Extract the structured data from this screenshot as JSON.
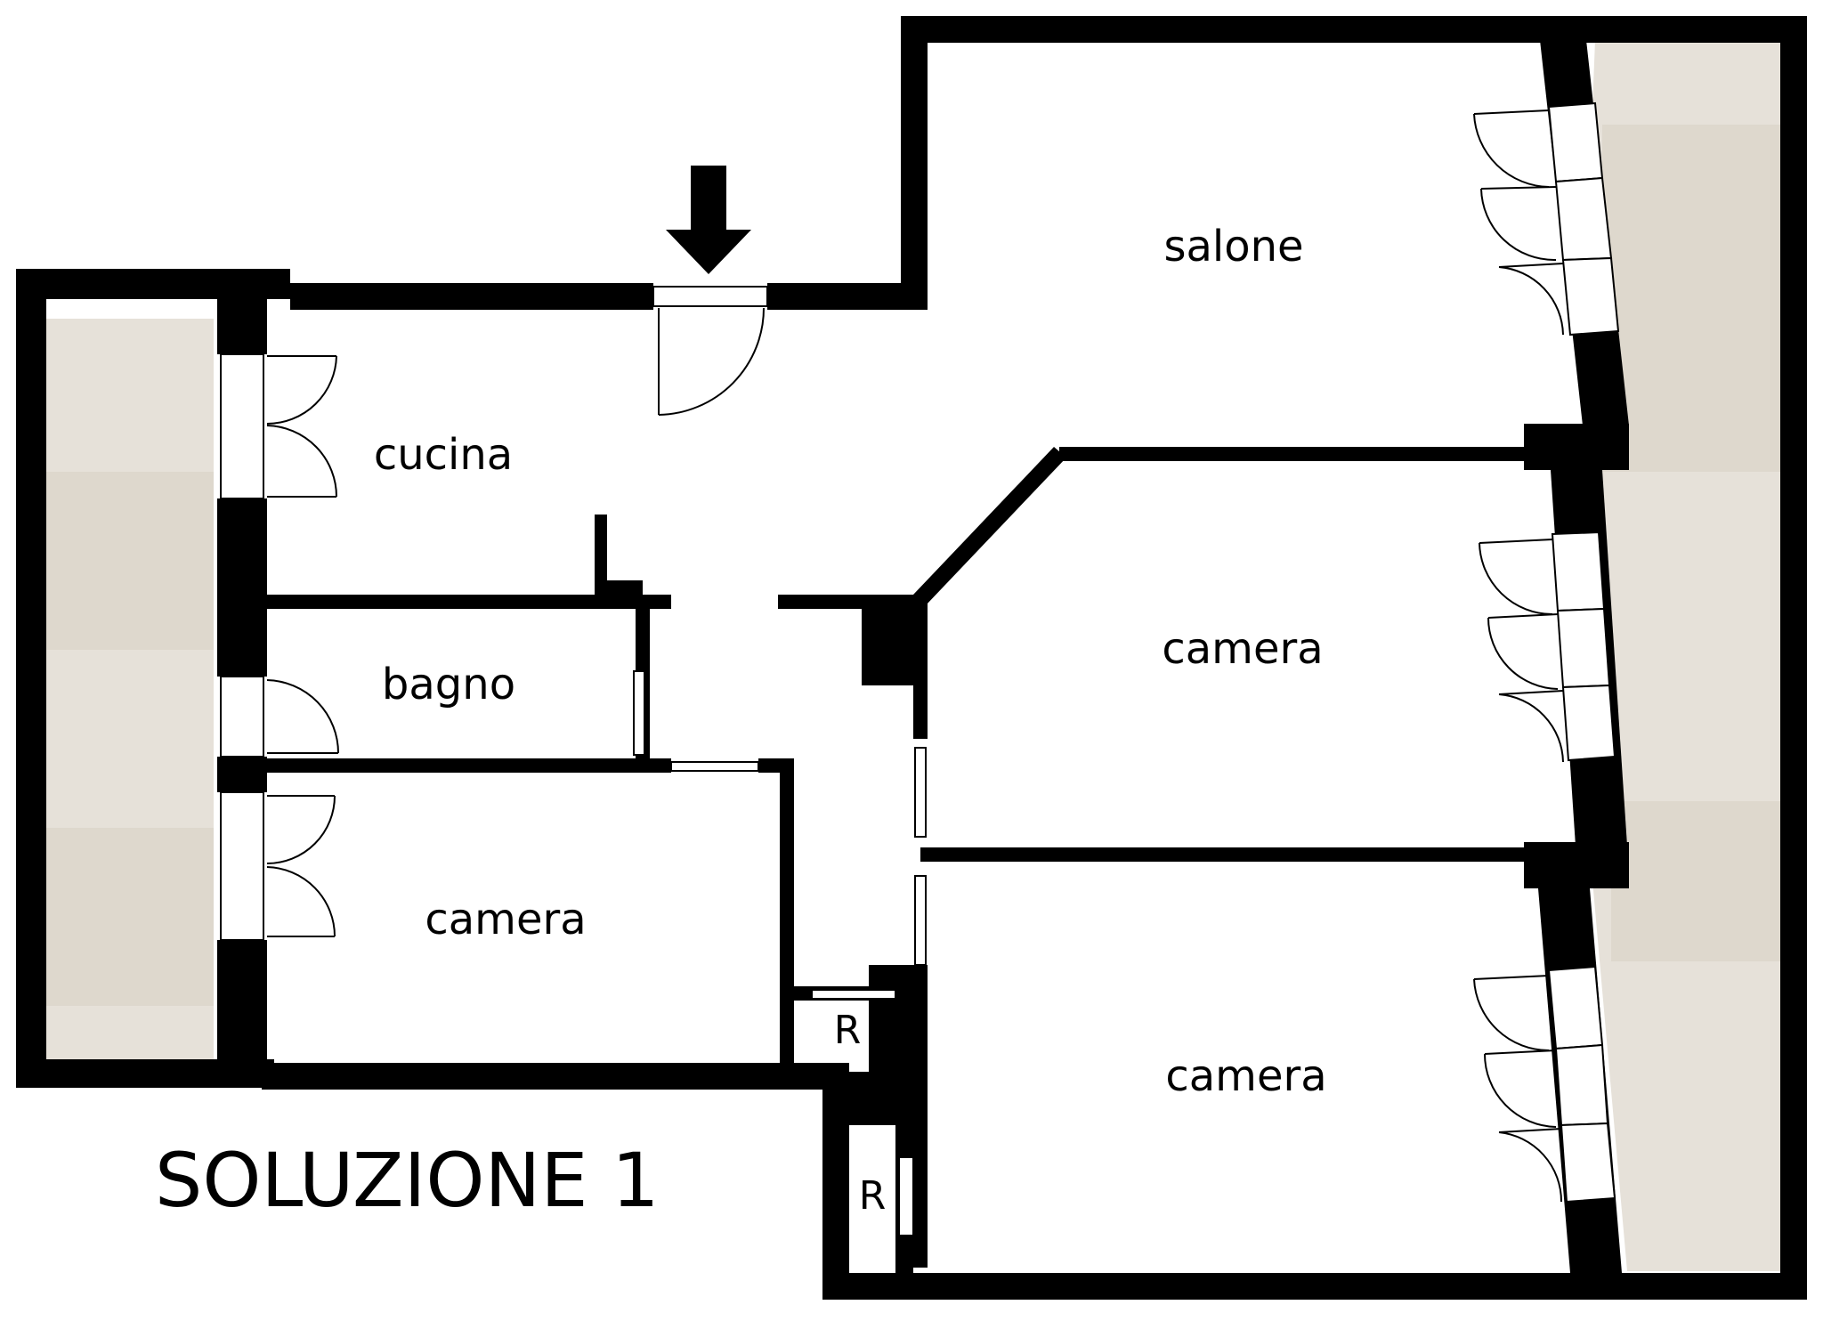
{
  "title": "SOLUZIONE 1",
  "rooms": {
    "salone": "salone",
    "cucina": "cucina",
    "bagno": "bagno",
    "camera_left": "camera",
    "camera_right_top": "camera",
    "camera_right_bottom": "camera",
    "ripostiglio_1": "R",
    "ripostiglio_2": "R"
  },
  "icons": {
    "entrance": "down-arrow-icon"
  },
  "colors": {
    "wall": "#000000",
    "balcony": "#e6e1d9"
  }
}
